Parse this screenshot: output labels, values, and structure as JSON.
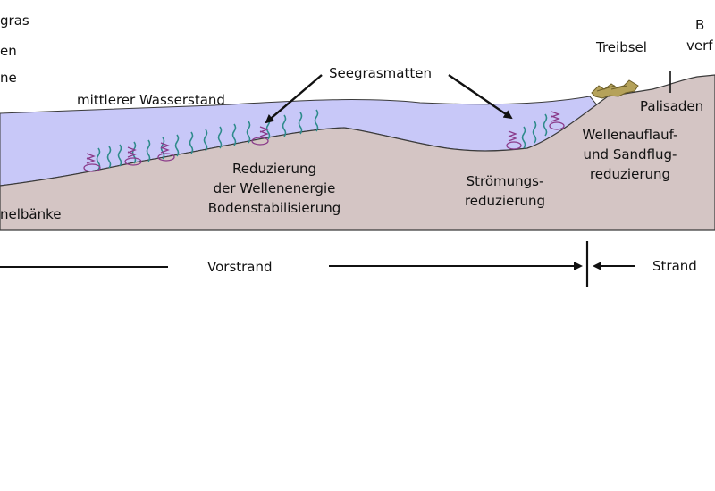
{
  "labels": {
    "top_left_1": "gras",
    "top_left_2": "en",
    "top_left_3": "ne",
    "water_level": "mittlerer Wasserstand",
    "seagrass_mats": "Seegrasmatten",
    "driftwood": "Treibsel",
    "top_right_1": "B",
    "top_right_2": "verf",
    "palisades": "Palisaden",
    "wave_runup_1": "Wellenauflauf-",
    "wave_runup_2": "und Sandflug-",
    "wave_runup_3": "reduzierung",
    "wave_energy_1": "Reduzierung",
    "wave_energy_2": "der Wellenenergie",
    "wave_energy_3": "Bodenstabilisierung",
    "current_1": "Strömungs-",
    "current_2": "reduzierung",
    "mussel_banks": "nelbänke",
    "foreshore": "Vorstrand",
    "beach": "Strand"
  },
  "colors": {
    "water": "#c8c8f8",
    "ground": "#d4c5c4",
    "outline": "#3a3a3a",
    "seagrass": "#2e8b8b",
    "mussel": "#8a3a8a",
    "driftwood": "#b5a25a",
    "arrow": "#111111"
  }
}
